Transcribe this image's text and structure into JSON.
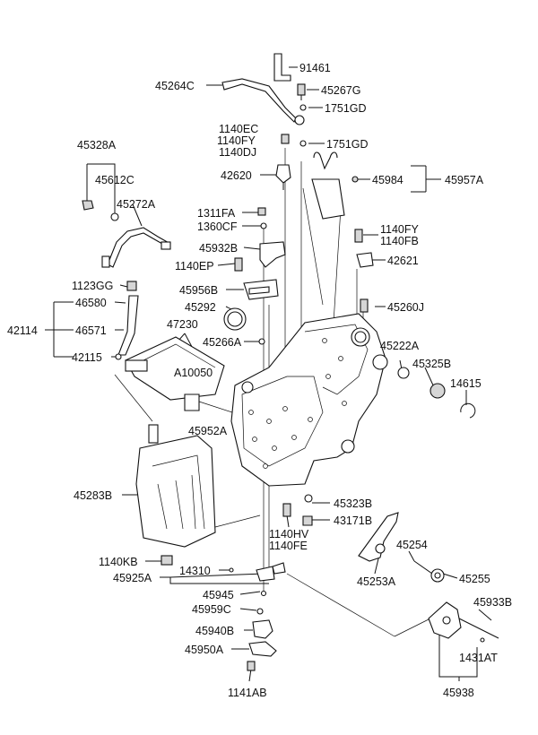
{
  "labels": {
    "p91461": "91461",
    "p45264C": "45264C",
    "p45267G": "45267G",
    "p1751GD_a": "1751GD",
    "p1140EC": "1140EC",
    "p1140FY_a": "1140FY",
    "p1140DJ": "1140DJ",
    "p1751GD_b": "1751GD",
    "p45328A": "45328A",
    "p42620": "42620",
    "p45612C": "45612C",
    "p45984": "45984",
    "p45957A": "45957A",
    "p45272A": "45272A",
    "p1311FA": "1311FA",
    "p1360CF": "1360CF",
    "p1140FY_b": "1140FY",
    "p1140FB": "1140FB",
    "p45932B": "45932B",
    "p1140EP": "1140EP",
    "p42621": "42621",
    "p1123GG": "1123GG",
    "p45956B": "45956B",
    "p46580": "46580",
    "p45292": "45292",
    "p45260J": "45260J",
    "p42114": "42114",
    "p47230": "47230",
    "p46571": "46571",
    "p45266A": "45266A",
    "p45222A": "45222A",
    "p42115": "42115",
    "pA10050": "A10050",
    "p45325B": "45325B",
    "p14615": "14615",
    "p45952A": "45952A",
    "p45283B": "45283B",
    "p45323B": "45323B",
    "p43171B": "43171B",
    "p1140HV": "1140HV",
    "p1140FE": "1140FE",
    "p1140KB": "1140KB",
    "p45254": "45254",
    "p14310": "14310",
    "p45925A": "45925A",
    "p45253A": "45253A",
    "p45255": "45255",
    "p45945": "45945",
    "p45959C": "45959C",
    "p45933B": "45933B",
    "p45940B": "45940B",
    "p45950A": "45950A",
    "p1431AT": "1431AT",
    "p1141AB": "1141AB",
    "p45938": "45938"
  }
}
